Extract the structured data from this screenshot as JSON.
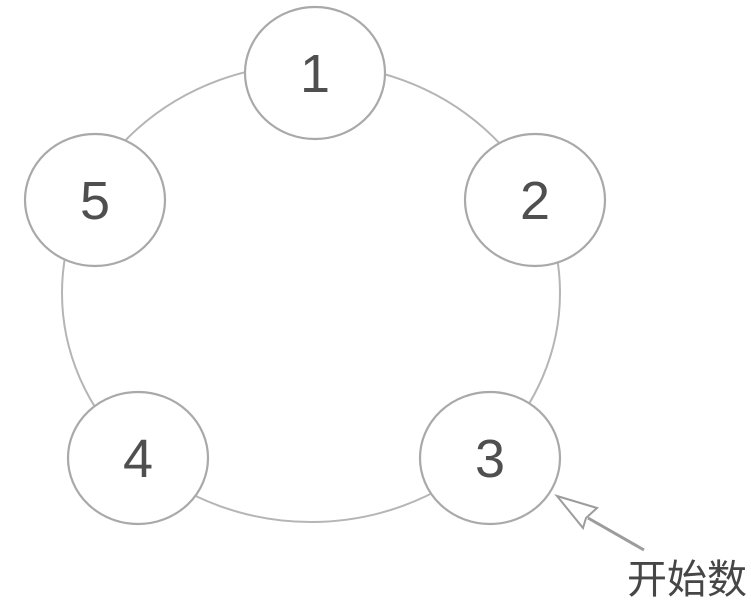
{
  "diagram": {
    "nodes": [
      {
        "value": "1"
      },
      {
        "value": "2"
      },
      {
        "value": "3"
      },
      {
        "value": "4"
      },
      {
        "value": "5"
      }
    ],
    "arrow": {
      "label": "开始数",
      "points_to_node": "3"
    }
  },
  "colors": {
    "background": "#ffffff",
    "ring_stroke": "#b5b5b5",
    "node_stroke": "#a9a9a9",
    "node_fill": "#ffffff",
    "digit": "#4f4f4f",
    "arrow": "#9c9c9c",
    "label_text": "#464646"
  }
}
